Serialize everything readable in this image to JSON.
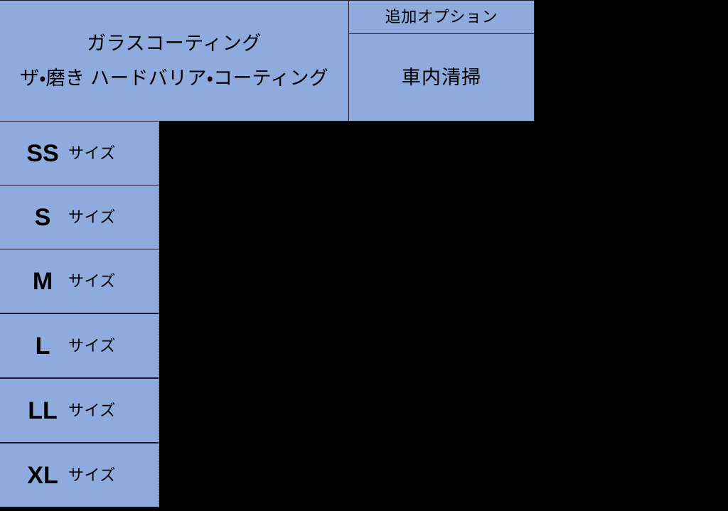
{
  "table": {
    "header": {
      "main": {
        "line1": "ガラスコーティング",
        "line2": "ザ・磨き ハードバリア・コーティング"
      },
      "option": {
        "title": "追加オプション",
        "body": "車内清掃"
      }
    },
    "size_unit": "サイズ",
    "rows": [
      {
        "code": "SS",
        "unit": "サイズ"
      },
      {
        "code": "S",
        "unit": "サイズ"
      },
      {
        "code": "M",
        "unit": "サイズ"
      },
      {
        "code": "L",
        "unit": "サイズ"
      },
      {
        "code": "LL",
        "unit": "サイズ"
      },
      {
        "code": "XL",
        "unit": "サイズ"
      }
    ]
  },
  "colors": {
    "cell_fill": "#8faadc",
    "cell_border": "#1a1a2e",
    "dotted_border": "#6f8fc8",
    "background": "#000000",
    "text": "#000000"
  }
}
